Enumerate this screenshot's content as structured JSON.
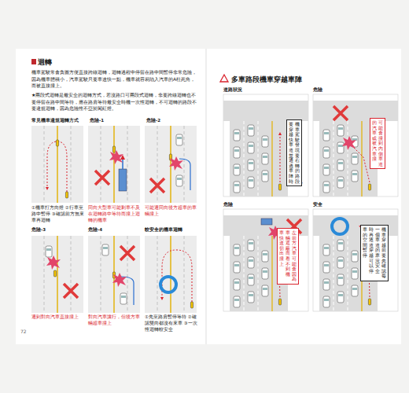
{
  "diagram": {
    "nodes": [
      {
        "text": [
          "機車駕駛發現要右轉的路段，",
          "要穿越快車道並通過車陣時"
        ]
      },
      {
        "text": [
          "可能會撞到內側車道",
          "的汽車或被汽車撞"
        ]
      },
      {
        "text": [
          "左前方汽車可能會因為",
          "車輛遮蔽而看不到機",
          "車快速切出撞上"
        ]
      },
      {
        "text": [
          "機車穿越前要先確認每",
          "一個車道的車況，安全",
          "時再逐道穿越，可以停",
          "車的空間暫停"
        ]
      }
    ],
    "labels": [
      "迴轉",
      "機車駕駛常會貪圖方便直接跨線迴轉，迴轉過程中停留在路中間暫停非常危險，因為機車體積小，汽車駕駛只要車速快一點，機車就容易陷入汽車的A柱死角，而被直接撞上。",
      "★兩段式迴轉是最安全的迴轉方式，若沒路口可兩段式迴轉，非要跨線迴轉也不要停留在路中間等待，應在路肩等待最安全時機一次性迴轉，不可迴轉的路段不要違規迴轉，因為危險性不亞於闖紅燈。",
      "常見機車違規迴轉方式",
      "危險-1",
      "危險-2",
      "①機車打方向燈 ②行車至路中暫停 ③確認前方無來車再迴轉",
      "同向大型車可能剎車不及在迴轉路中等待而撞上迴轉的機車",
      "可能遭同向後方超車的車輛撞上",
      "危險-3",
      "危險-4",
      "較安全的機車迴轉",
      "遭到對向汽車直接撞上",
      "對向汽車讓行，但後方車輛超車撞上",
      "①先至路肩暫停等待 ②確認雙向都沒有來車 ③一次性迴轉較安全",
      "72",
      "多車路段機車穿越車陣",
      "道路狀況",
      "危險",
      "危險",
      "安全"
    ]
  }
}
